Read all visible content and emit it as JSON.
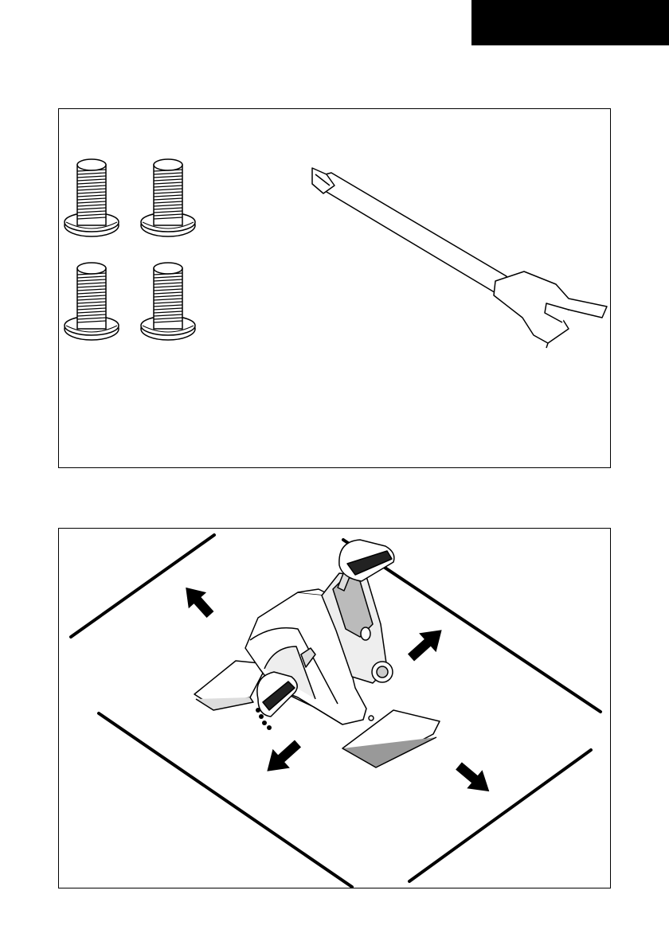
{
  "colors": {
    "ink": "#000000",
    "paper": "#ffffff",
    "tab": "#000000"
  },
  "header_tab": {
    "text": ""
  },
  "parts_panel": {
    "bolts": {
      "icon": "bolt-icon",
      "count": 4
    },
    "tool": {
      "icon": "screwdriver-wrench-icon",
      "count": 1
    }
  },
  "placement_panel": {
    "icon": "mini-exercise-bike-icon",
    "arrows": {
      "icon": "clearance-arrow-icon",
      "count": 4
    }
  }
}
